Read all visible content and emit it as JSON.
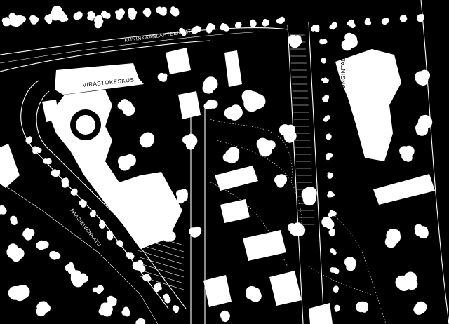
{
  "map": {
    "background_color": "#000000",
    "feature_color": "#ffffff",
    "style": "black-and-white site plan",
    "labels": {
      "street_north": "KUNINKAANLÄHTEENKATU",
      "street_southwest": "PAASIKIVENKATU",
      "building_office_center": "VIRASTOKESKUS",
      "building_city_hall": "KAUPUNGINTALO"
    }
  }
}
